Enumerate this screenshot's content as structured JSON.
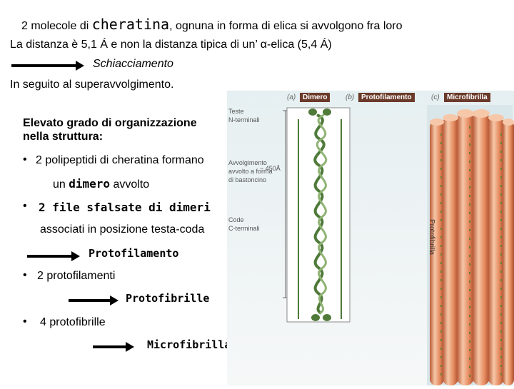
{
  "header": {
    "line1_pre": "2 molecole di ",
    "line1_keyword": "cheratina",
    "line1_post": ", ognuna in forma di  elica si avvolgono fra loro",
    "line2": "La distanza è 5,1 Á e non la distanza tipica di un’ α-elica (5,4 Á)",
    "arrow1_label": "Schiacciamento",
    "line3": "In seguito al superavvolgimento."
  },
  "body": {
    "title_line1": "Elevato grado di organizzazione",
    "title_line2": "nella struttura:",
    "bullet_char": "•",
    "item1_line1": "2 polipeptidi di cheratina formano",
    "item1_line2_pre": "un ",
    "item1_line2_keyword": "dimero",
    "item1_line2_post": " avvolto",
    "item2_line1": "2 file sfalsate di dimeri",
    "item2_line2": "associati in posizione testa-coda",
    "result1": "Protofilamento",
    "item3": "2 protofilamenti",
    "result2": "Protofibrille",
    "item4": "4  protofibrille",
    "result3": "Microfibrilla"
  },
  "figure": {
    "panel_a": "(a)",
    "panel_a_tag": "Dimero",
    "panel_b": "(b)",
    "panel_b_tag": "Protofilamento",
    "panel_c": "(c)",
    "panel_c_tag": "Microfibrilla",
    "label_heads_1": "Teste",
    "label_heads_2": "N-terminali",
    "label_coil_1": "Avvolgimento",
    "label_coil_2": "avvolto a forma",
    "label_coil_3": "di bastoncino",
    "label_length": "~ 450Å",
    "label_tails_1": "Code",
    "label_tails_2": "C-terminali",
    "label_protofibril": "Protofibrilla",
    "colors": {
      "tag_bg": "#6b3a2a",
      "fibril_main": "#e58a5e",
      "fibril_highlight": "#f6c7a8",
      "fibril_shadow": "#b95a36",
      "helix_green": "#4f7a3a"
    }
  }
}
